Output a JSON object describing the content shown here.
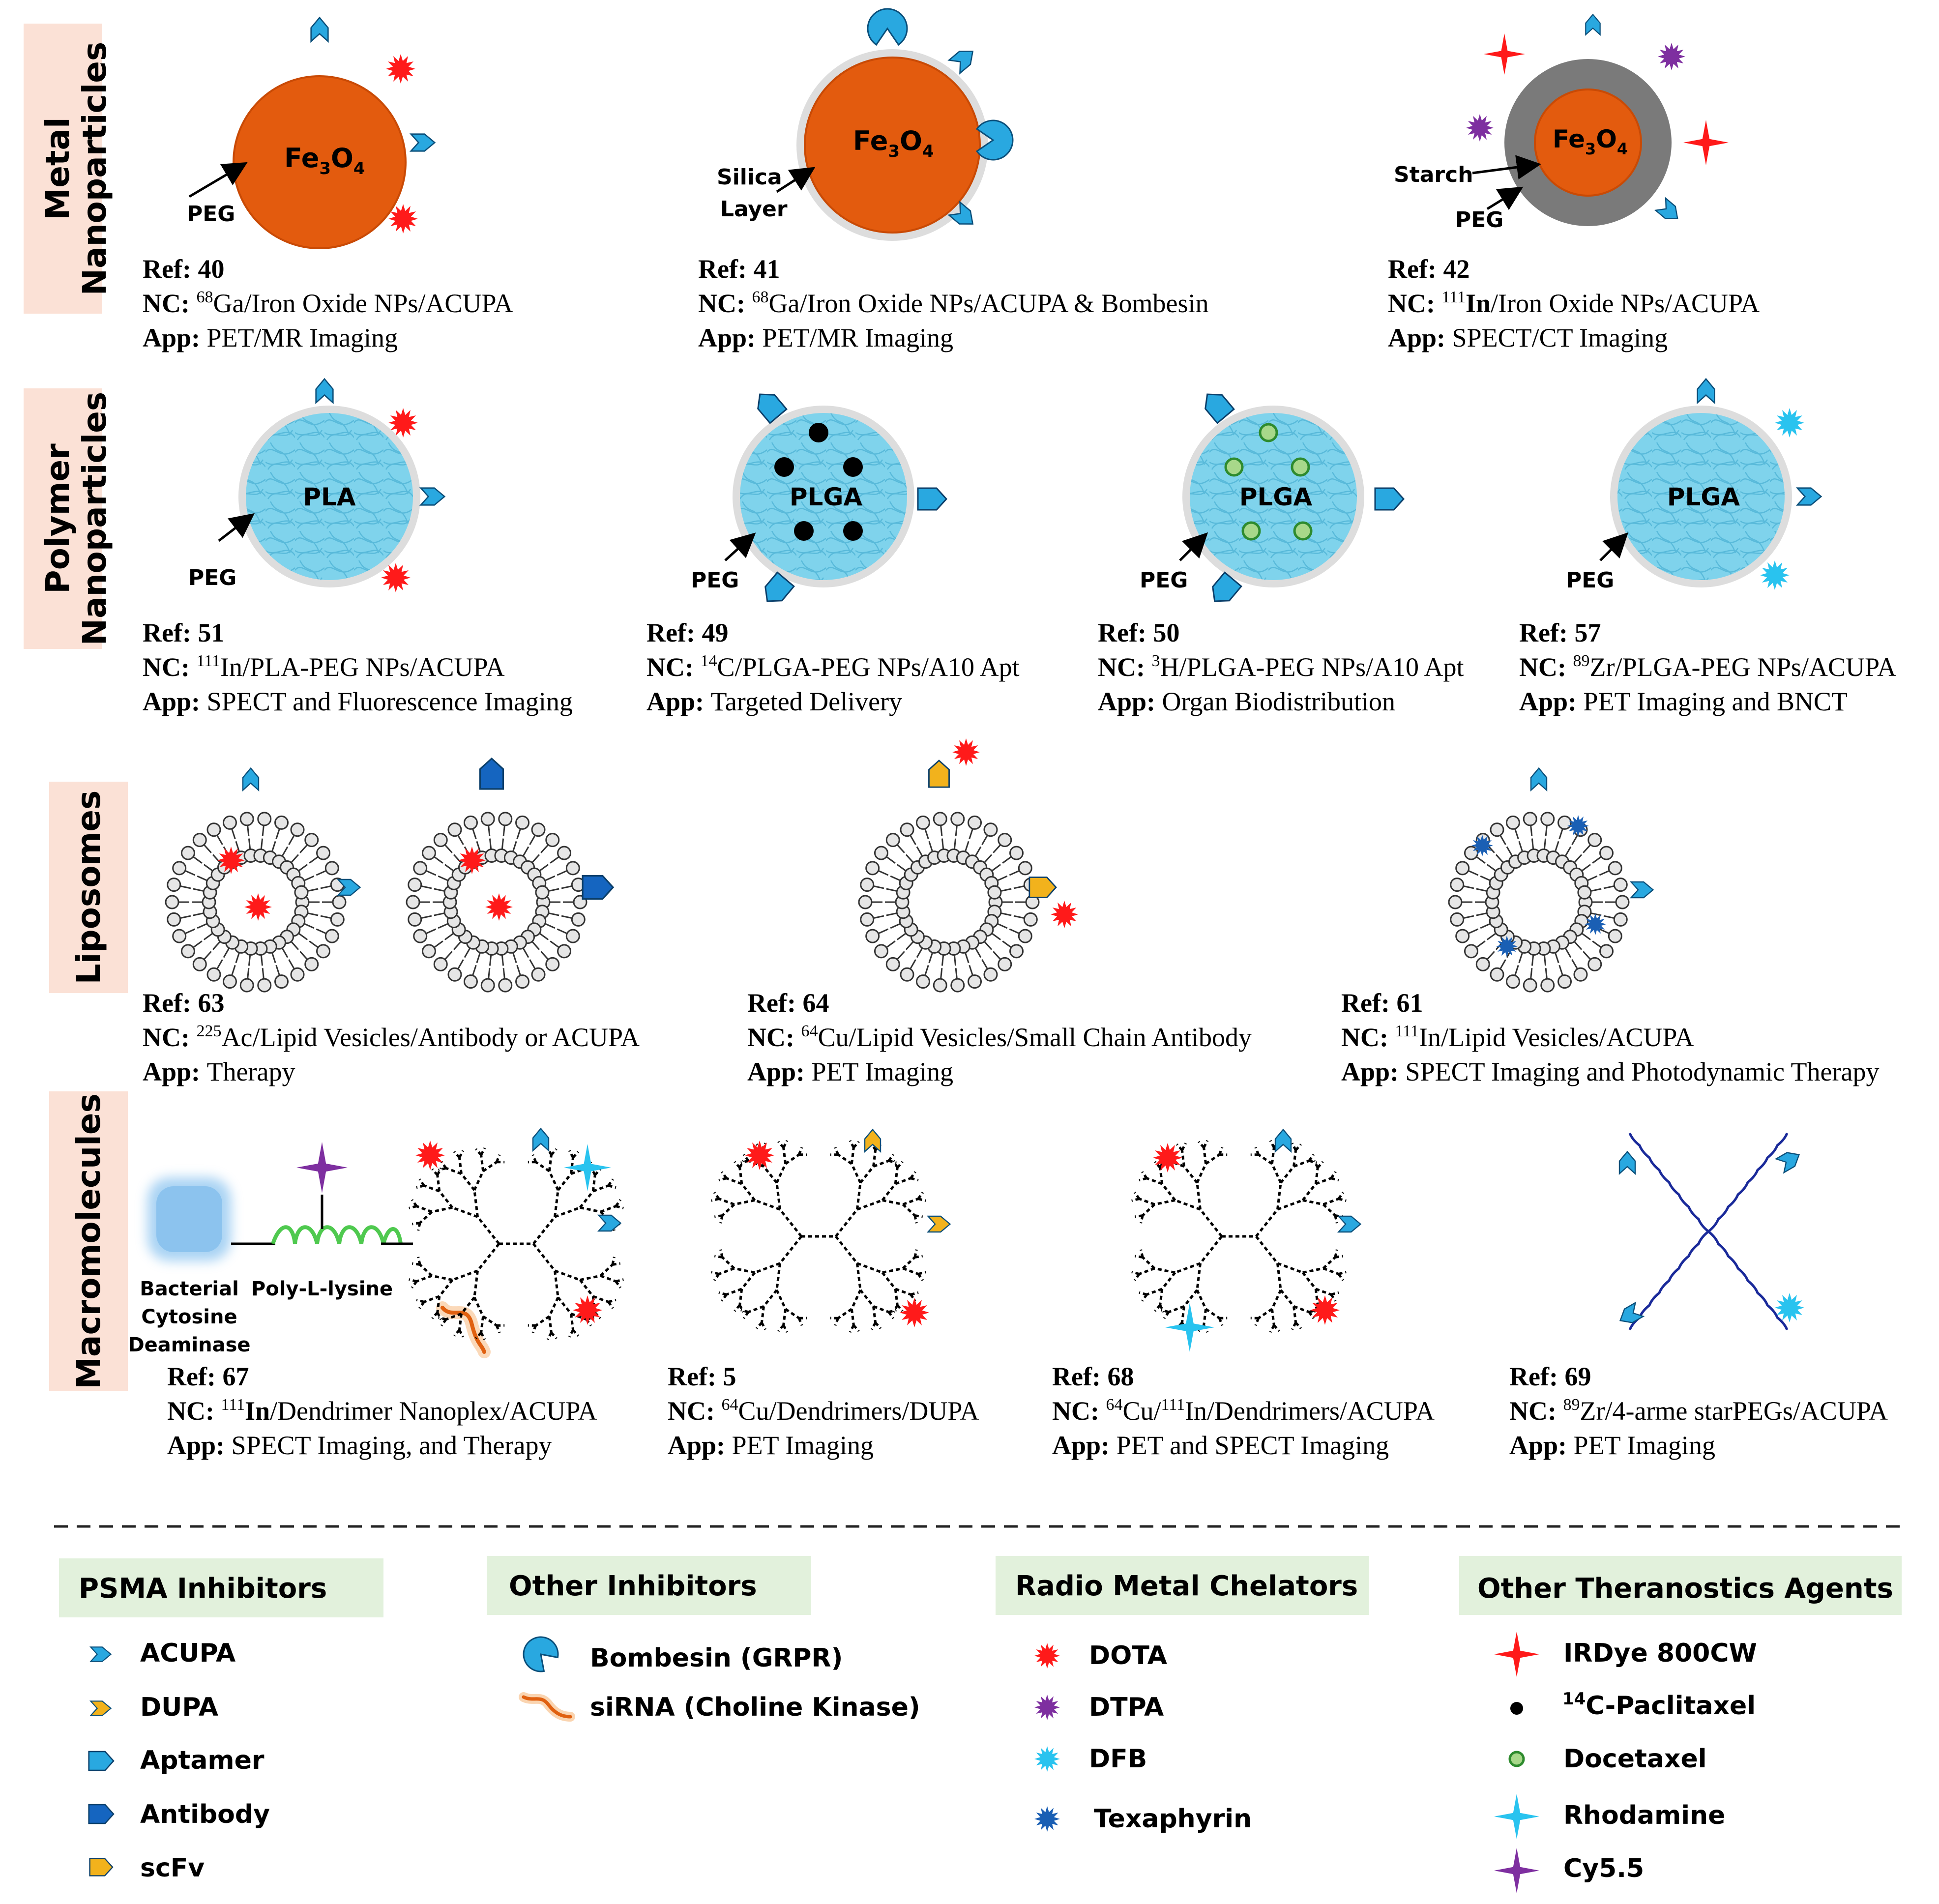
{
  "sections": {
    "metal": [
      "Metal",
      "Nanoparticles"
    ],
    "polymer": [
      "Polymer",
      "Nanoparticles"
    ],
    "liposomes": "Liposomes",
    "macro": "Macromolecules"
  },
  "labels": {
    "fe3o4_main": "Fe",
    "fe3o4_sub3": "3",
    "fe3o4_o": "O",
    "fe3o4_sub4": "4",
    "peg": "PEG",
    "silica_1": "Silica",
    "silica_2": "Layer",
    "starch": "Starch",
    "pla": "PLA",
    "plga": "PLGA",
    "bcd_1": "Bacterial",
    "bcd_2": "Cytosine",
    "bcd_3": "Deaminase",
    "pll": "Poly-L-lysine"
  },
  "entries": {
    "r40": {
      "ref_label": "Ref:",
      "ref": "40",
      "nc_label": "NC:",
      "nc_sup": "68",
      "nc": "Ga/Iron Oxide NPs/ACUPA",
      "app_label": "App:",
      "app": "PET/MR Imaging"
    },
    "r41": {
      "ref_label": "Ref:",
      "ref": "41",
      "nc_label": "NC:",
      "nc_sup": "68",
      "nc": "Ga/Iron Oxide NPs/ACUPA & Bombesin",
      "app_label": "App:",
      "app": "PET/MR Imaging"
    },
    "r42": {
      "ref_label": "Ref:",
      "ref": "42",
      "nc_label": "NC:",
      "nc_sup": "111",
      "nc_bold": "In",
      "nc": "/Iron Oxide NPs/ACUPA",
      "app_label": "App:",
      "app": "SPECT/CT Imaging"
    },
    "r51": {
      "ref_label": "Ref:",
      "ref": "51",
      "nc_label": "NC:",
      "nc_sup": "111",
      "nc": "In/PLA-PEG NPs/ACUPA",
      "app_label": "App:",
      "app": "SPECT and Fluorescence Imaging"
    },
    "r49": {
      "ref_label": "Ref:",
      "ref": "49",
      "nc_label": "NC:",
      "nc_sup": "14",
      "nc": "C/PLGA-PEG NPs/A10 Apt",
      "app_label": "App:",
      "app": "Targeted Delivery"
    },
    "r50": {
      "ref_label": "Ref:",
      "ref": "50",
      "nc_label": "NC:",
      "nc_sup": "3",
      "nc": "H/PLGA-PEG NPs/A10 Apt",
      "app_label": "App:",
      "app": "Organ Biodistribution"
    },
    "r57": {
      "ref_label": "Ref:",
      "ref": "57",
      "nc_label": "NC:",
      "nc_sup": "89",
      "nc": "Zr/PLGA-PEG NPs/ACUPA",
      "app_label": "App:",
      "app": "PET Imaging and BNCT"
    },
    "r63": {
      "ref_label": "Ref:",
      "ref": "63",
      "nc_label": "NC:",
      "nc_sup": "225",
      "nc": "Ac/Lipid Vesicles/Antibody or ACUPA",
      "app_label": "App:",
      "app": "Therapy"
    },
    "r64": {
      "ref_label": "Ref:",
      "ref": "64",
      "nc_label": "NC:",
      "nc_sup": "64",
      "nc": "Cu/Lipid Vesicles/Small Chain Antibody",
      "app_label": "App:",
      "app": "PET Imaging"
    },
    "r61": {
      "ref_label": "Ref:",
      "ref": "61",
      "nc_label": "NC:",
      "nc_sup": "111",
      "nc": "In/Lipid Vesicles/ACUPA",
      "app_label": "App:",
      "app": "SPECT Imaging and Photodynamic Therapy"
    },
    "r67": {
      "ref_label": "Ref:",
      "ref": "67",
      "nc_label": "NC:",
      "nc_sup": "111",
      "nc_bold": "In",
      "nc": "/Dendrimer Nanoplex/ACUPA",
      "app_label": "App:",
      "app": "SPECT Imaging, and Therapy"
    },
    "r5": {
      "ref_label": "Ref:",
      "ref": "5",
      "nc_label": "NC:",
      "nc_sup": "64",
      "nc": "Cu/Dendrimers/DUPA",
      "app_label": "App:",
      "app": "PET Imaging"
    },
    "r68": {
      "ref_label": "Ref:",
      "ref": "68",
      "nc_label": "NC:",
      "nc_sup": "64",
      "nc": "Cu/",
      "nc_sup2": "111",
      "nc2": "In/Dendrimers/ACUPA",
      "app_label": "App:",
      "app": "PET and SPECT Imaging"
    },
    "r69": {
      "ref_label": "Ref:",
      "ref": "69",
      "nc_label": "NC:",
      "nc_sup": "89",
      "nc": "Zr/4-arme starPEGs/ACUPA",
      "app_label": "App:",
      "app": "PET Imaging"
    }
  },
  "legend": {
    "psma": {
      "title": "PSMA Inhibitors",
      "items": [
        "ACUPA",
        "DUPA",
        "Aptamer",
        "Antibody",
        "scFv"
      ]
    },
    "other_inhib": {
      "title": "Other Inhibitors",
      "items": [
        "Bombesin (GRPR)",
        "siRNA (Choline Kinase)"
      ]
    },
    "chelators": {
      "title": "Radio Metal Chelators",
      "items": [
        "DOTA",
        "DTPA",
        "DFB",
        "Texaphyrin"
      ]
    },
    "agents": {
      "title": "Other Theranostics Agents",
      "items": [
        "IRDye 800CW",
        "C-Paclitaxel",
        "Docetaxel",
        "Rhodamine",
        "Cy5.5"
      ],
      "paclitaxel_sup": "14"
    }
  },
  "colors": {
    "fe3o4": "#e35b0e",
    "polymer": "#7fd3ec",
    "acupa": "#29a8e0",
    "aptamer": "#29a8e0",
    "antibody": "#1565c0",
    "scfv": "#f2b21c",
    "dota": "#ff1a1a",
    "dtpa": "#7e2fa0",
    "dfb": "#29c3ef",
    "texaphyrin": "#1a5fb4",
    "section_bg": "#fbe1d6",
    "legend_header": "#e2f1dc"
  }
}
